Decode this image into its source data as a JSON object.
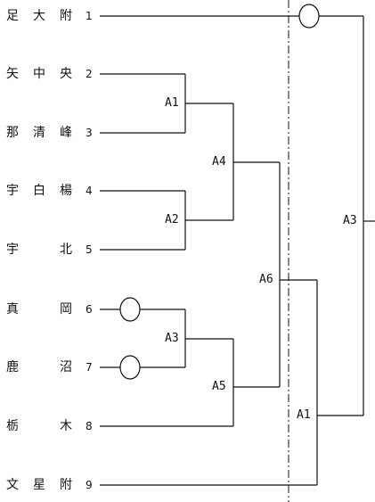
{
  "teams": [
    {
      "name": "足大附",
      "seed": "1"
    },
    {
      "name": "矢中央",
      "seed": "2"
    },
    {
      "name": "那清峰",
      "seed": "3"
    },
    {
      "name": "宇白楊",
      "seed": "4"
    },
    {
      "name": "宇北",
      "seed": "5"
    },
    {
      "name": "真岡",
      "seed": "6"
    },
    {
      "name": "鹿沼",
      "seed": "7"
    },
    {
      "name": "栃木",
      "seed": "8"
    },
    {
      "name": "文星附",
      "seed": "9"
    }
  ],
  "matches": {
    "m1": "A1",
    "m2": "A2",
    "m3": "A3",
    "m4": "A4",
    "m5": "A5",
    "m6": "A6",
    "final_side": "A1",
    "final": "A3"
  },
  "colors": {
    "line": "#111111",
    "text": "#111111",
    "background": "#ffffff"
  }
}
